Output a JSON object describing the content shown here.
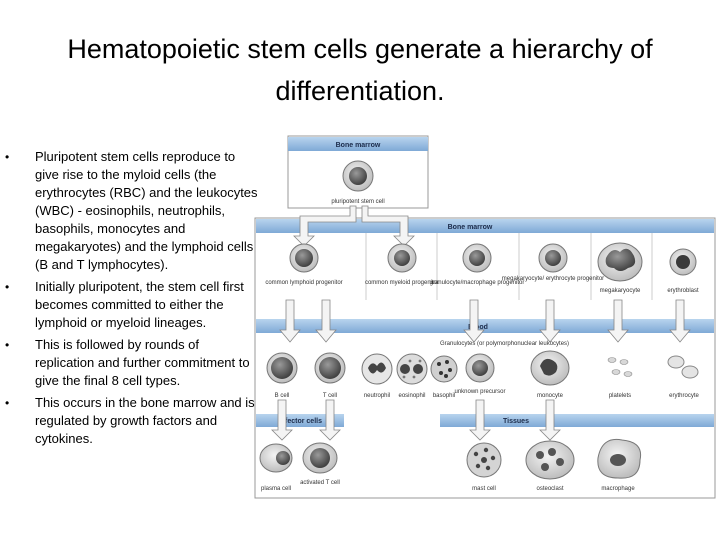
{
  "title_line1": "Hematopoietic stem cells generate a hierarchy of",
  "title_line2": "differentiation.",
  "bullets": [
    "Pluripotent stem cells reproduce to give rise to the myloid cells (the erythrocytes (RBC) and the leukocytes (WBC) - eosinophils, neutrophils, basophils, monocytes and megakaryotes) and the lymphoid cells (B and T lymphocytes).",
    "Initially pluripotent, the stem cell first becomes committed to either the lymphoid or myeloid lineages.",
    "This is followed by rounds of replication and further commitment to give the final 8 cell types.",
    "This occurs in the bone marrow and is regulated by growth factors and cytokines."
  ],
  "diagram": {
    "bars": {
      "bone_marrow_top": "Bone marrow",
      "bone_marrow_mid": "Bone marrow",
      "blood": "Blood",
      "granulocytes": "Granulocytes (or polymorphonuclear leukocytes)",
      "effector": "Effector cells",
      "tissues": "Tissues"
    },
    "labels": {
      "pluripotent": "pluripotent stem cell",
      "lymphoid_prog": "common lymphoid progenitor",
      "myeloid_prog": "common myeloid progenitor",
      "gm_prog": "granulocyte/macrophage progenitor",
      "mk_prog": "megakaryocyte/ erythrocyte progenitor",
      "megakaryocyte": "megakaryocyte",
      "erythroblast": "erythroblast",
      "b_cell": "B cell",
      "t_cell": "T cell",
      "neutrophil": "neutrophil",
      "eosinophil": "eosinophil",
      "basophil": "basophil",
      "unknown": "unknown precursor",
      "monocyte": "monocyte",
      "platelets": "platelets",
      "erythrocyte": "erythrocyte",
      "plasma": "plasma cell",
      "activated_t": "activated T cell",
      "mast": "mast cell",
      "osteoclast": "osteoclast",
      "macrophage": "macrophage"
    }
  }
}
